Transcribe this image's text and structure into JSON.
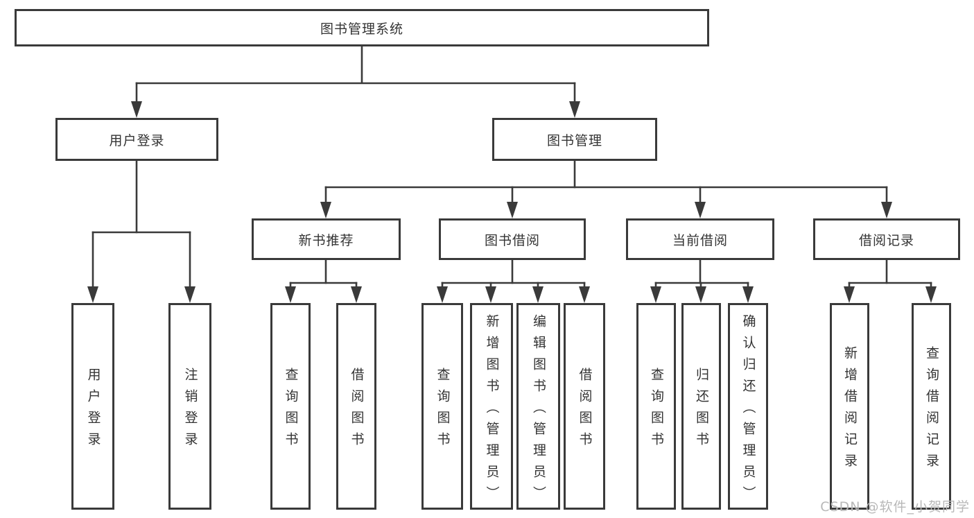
{
  "colors": {
    "line": "#3a3a3a",
    "text": "#333333",
    "watermark": "#b8b8b8",
    "bg": "#ffffff"
  },
  "watermark": {
    "text": "CSDN @软件_小贺同学"
  },
  "diagram": {
    "type": "tree",
    "root": {
      "label": "图书管理系统"
    },
    "level2": [
      {
        "label": "用户登录",
        "parent": "图书管理系统"
      },
      {
        "label": "图书管理",
        "parent": "图书管理系统"
      }
    ],
    "level3": [
      {
        "label": "新书推荐",
        "parent": "图书管理"
      },
      {
        "label": "图书借阅",
        "parent": "图书管理"
      },
      {
        "label": "当前借阅",
        "parent": "图书管理"
      },
      {
        "label": "借阅记录",
        "parent": "图书管理"
      }
    ],
    "leaves": [
      {
        "label": "用户登录",
        "parent": "用户登录"
      },
      {
        "label": "注销登录",
        "parent": "用户登录"
      },
      {
        "label": "查询图书",
        "parent": "新书推荐"
      },
      {
        "label": "借阅图书",
        "parent": "新书推荐"
      },
      {
        "label": "查询图书",
        "parent": "图书借阅"
      },
      {
        "label": "新增图书（管理员）",
        "parent": "图书借阅"
      },
      {
        "label": "编辑图书（管理员）",
        "parent": "图书借阅"
      },
      {
        "label": "借阅图书",
        "parent": "图书借阅"
      },
      {
        "label": "查询图书",
        "parent": "当前借阅"
      },
      {
        "label": "归还图书",
        "parent": "当前借阅"
      },
      {
        "label": "确认归还（管理员）",
        "parent": "当前借阅"
      },
      {
        "label": "新增借阅记录",
        "parent": "借阅记录"
      },
      {
        "label": "查询借阅记录",
        "parent": "借阅记录"
      }
    ]
  }
}
